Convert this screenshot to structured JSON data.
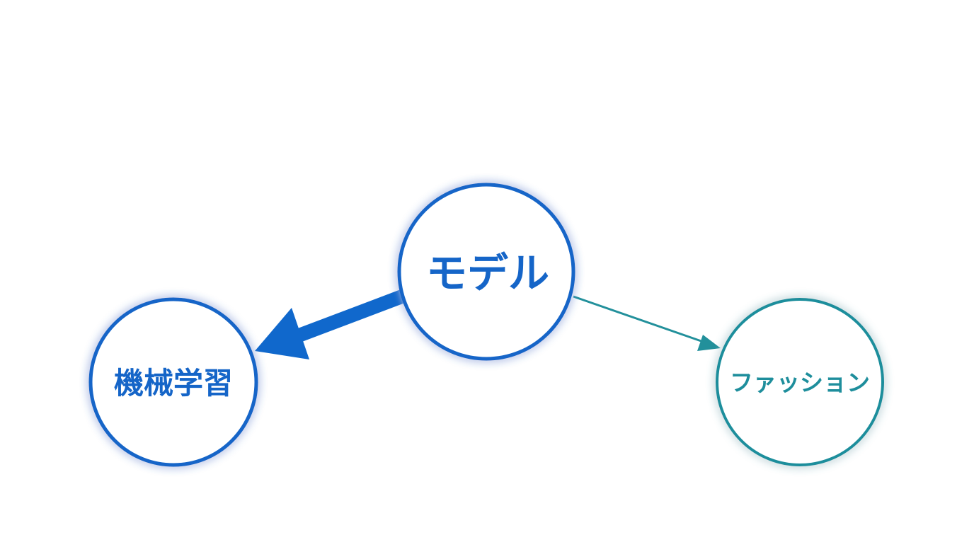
{
  "nodes": {
    "center": {
      "label": "モデル",
      "color": "#1565c8"
    },
    "left": {
      "label": "機械学習",
      "color": "#1565c8"
    },
    "right": {
      "label": "ファッション",
      "color": "#1e8e9c"
    }
  },
  "edges": [
    {
      "from": "center",
      "to": "left",
      "weight": "strong",
      "color": "#1068cc"
    },
    {
      "from": "center",
      "to": "right",
      "weight": "weak",
      "color": "#22909b"
    }
  ]
}
